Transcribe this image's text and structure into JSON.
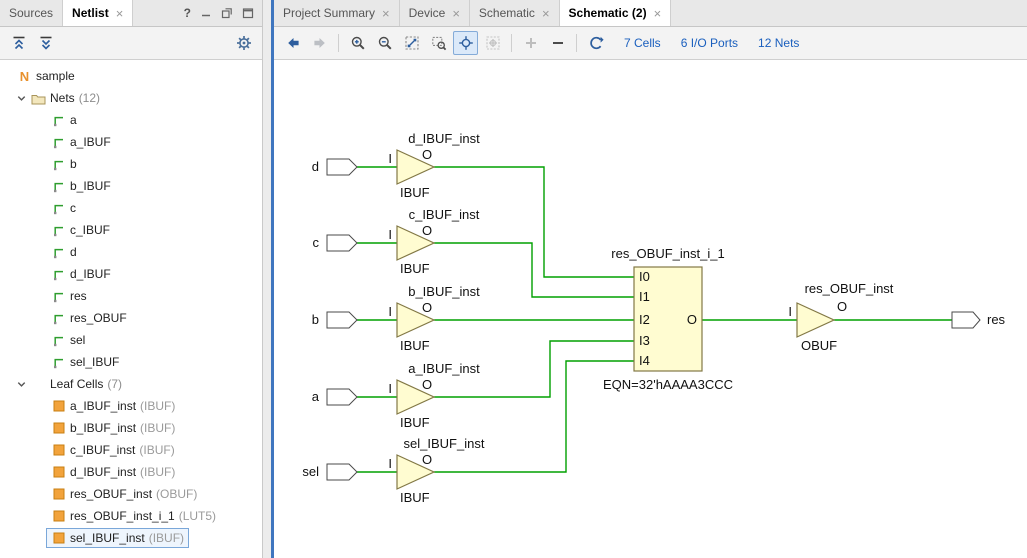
{
  "icons": {
    "close": "×",
    "help": "?"
  },
  "left_panel": {
    "tabs": [
      {
        "label": "Sources",
        "active": false
      },
      {
        "label": "Netlist",
        "active": true
      }
    ],
    "tree": {
      "root": {
        "label": "sample"
      },
      "groups": [
        {
          "label": "Nets",
          "count": "(12)",
          "items": [
            {
              "label": "a"
            },
            {
              "label": "a_IBUF"
            },
            {
              "label": "b"
            },
            {
              "label": "b_IBUF"
            },
            {
              "label": "c"
            },
            {
              "label": "c_IBUF"
            },
            {
              "label": "d"
            },
            {
              "label": "d_IBUF"
            },
            {
              "label": "res"
            },
            {
              "label": "res_OBUF"
            },
            {
              "label": "sel"
            },
            {
              "label": "sel_IBUF"
            }
          ]
        },
        {
          "label": "Leaf Cells",
          "count": "(7)",
          "items": [
            {
              "label": "a_IBUF_inst",
              "type": "(IBUF)"
            },
            {
              "label": "b_IBUF_inst",
              "type": "(IBUF)"
            },
            {
              "label": "c_IBUF_inst",
              "type": "(IBUF)"
            },
            {
              "label": "d_IBUF_inst",
              "type": "(IBUF)"
            },
            {
              "label": "res_OBUF_inst",
              "type": "(OBUF)"
            },
            {
              "label": "res_OBUF_inst_i_1",
              "type": "(LUT5)"
            },
            {
              "label": "sel_IBUF_inst",
              "type": "(IBUF)",
              "selected": true
            }
          ]
        }
      ]
    }
  },
  "right_panel": {
    "tabs": [
      {
        "label": "Project Summary",
        "active": false
      },
      {
        "label": "Device",
        "active": false
      },
      {
        "label": "Schematic",
        "active": false
      },
      {
        "label": "Schematic (2)",
        "active": true
      }
    ],
    "toolbar": {
      "cells": "7 Cells",
      "io_ports": "6 I/O Ports",
      "nets": "12 Nets"
    },
    "schematic": {
      "input_ports": [
        "d",
        "c",
        "b",
        "a",
        "sel"
      ],
      "buffers": [
        {
          "inst": "d_IBUF_inst",
          "type": "IBUF"
        },
        {
          "inst": "c_IBUF_inst",
          "type": "IBUF"
        },
        {
          "inst": "b_IBUF_inst",
          "type": "IBUF"
        },
        {
          "inst": "a_IBUF_inst",
          "type": "IBUF"
        },
        {
          "inst": "sel_IBUF_inst",
          "type": "IBUF"
        }
      ],
      "pin_in": "I",
      "pin_out": "O",
      "lut": {
        "inst": "res_OBUF_inst_i_1",
        "inputs": [
          "I0",
          "I1",
          "I2",
          "I3",
          "I4"
        ],
        "output": "O",
        "eqn": "EQN=32'hAAAA3CCC"
      },
      "obuf": {
        "inst": "res_OBUF_inst",
        "type": "OBUF"
      },
      "output_port": "res",
      "colors": {
        "wire": "#00a000",
        "cell_fill": "#fffcd1",
        "cell_stroke": "#827845",
        "port_fill": "#ffffff",
        "port_stroke": "#4a4a4a",
        "text": "#111111"
      }
    }
  }
}
